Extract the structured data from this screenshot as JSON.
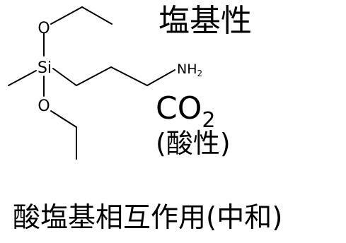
{
  "molecule": {
    "atoms": {
      "oxygen_top": "O",
      "silicon": "Si",
      "oxygen_bottom": "O",
      "amine": "NH",
      "amine_subscript": "2"
    }
  },
  "labels": {
    "basic": "塩基性",
    "co2_main": "CO",
    "co2_subscript": "2",
    "acidic": "(酸性)"
  },
  "caption": "酸塩基相互作用(中和)",
  "colors": {
    "text": "#000000",
    "bond": "#000000",
    "background": "#ffffff"
  }
}
